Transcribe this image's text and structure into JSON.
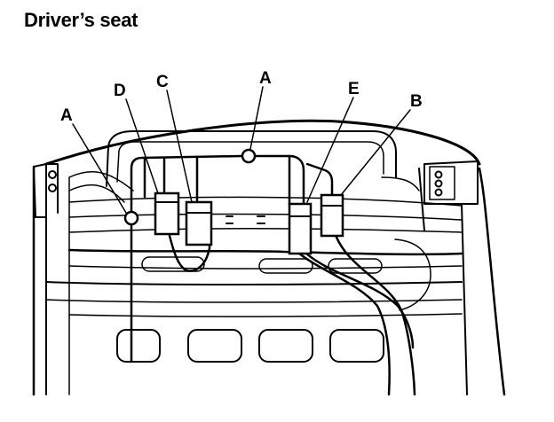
{
  "title": "Driver’s seat",
  "callouts": {
    "A_left": "A",
    "A_top": "A",
    "B": "B",
    "C": "C",
    "D": "D",
    "E": "E"
  },
  "colors": {
    "line": "#000000",
    "background": "#ffffff"
  }
}
